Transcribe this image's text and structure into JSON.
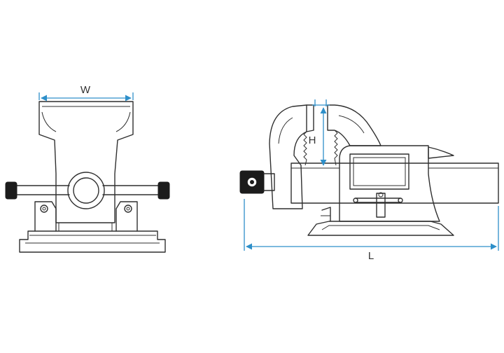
{
  "labels": {
    "width": "W",
    "height": "H",
    "length": "L"
  },
  "colors": {
    "line": "#2f2f2f",
    "dimension": "#2e8fc9",
    "background": "#ffffff"
  }
}
